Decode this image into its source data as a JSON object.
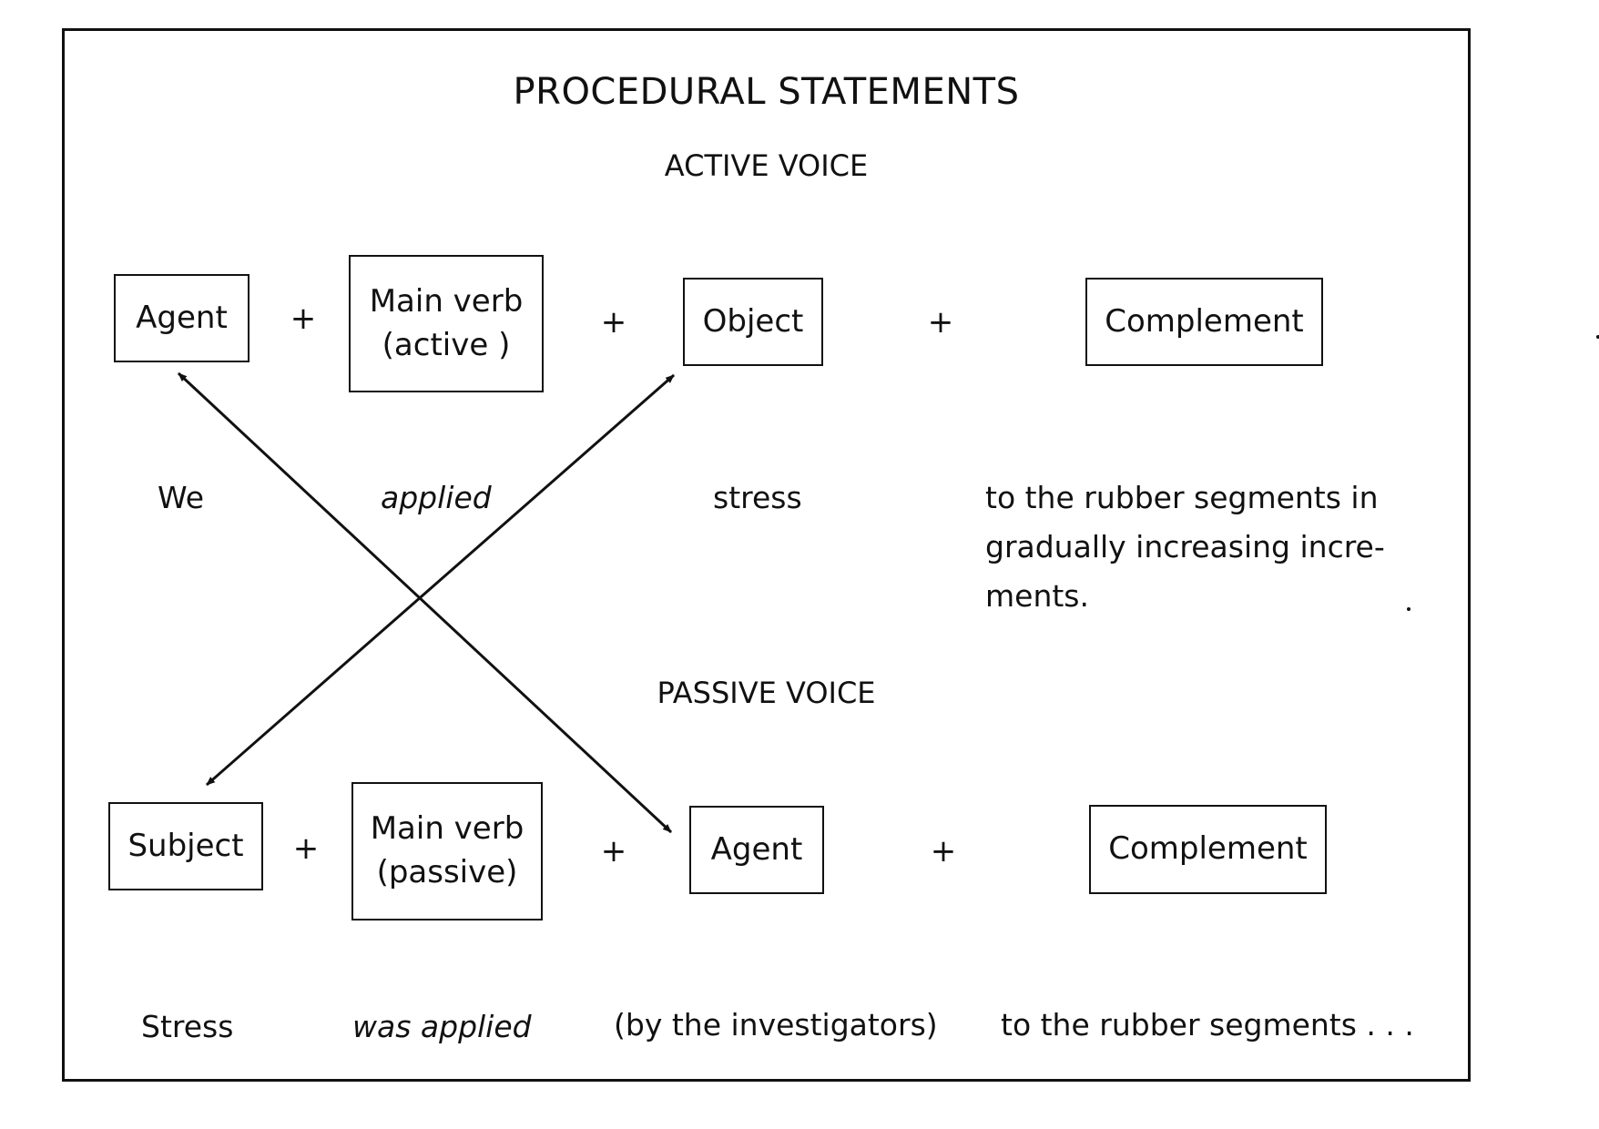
{
  "title": "PROCEDURAL STATEMENTS",
  "active": {
    "heading": "ACTIVE VOICE",
    "boxes": {
      "agent": "Agent",
      "verb_line1": "Main verb",
      "verb_line2": "(active )",
      "object": "Object",
      "complement": "Complement"
    },
    "plus": "+",
    "example": {
      "agent": "We",
      "verb": "applied",
      "object": "stress",
      "complement_lines": [
        "to the rubber segments in",
        "gradually increasing incre-",
        "ments."
      ]
    }
  },
  "passive": {
    "heading": "PASSIVE VOICE",
    "boxes": {
      "subject": "Subject",
      "verb_line1": "Main verb",
      "verb_line2": "(passive)",
      "agent": "Agent",
      "complement": "Complement"
    },
    "plus": "+",
    "example": {
      "subject": "Stress",
      "verb": "was applied",
      "agent": "(by the investigators)",
      "complement": "to the rubber segments . . ."
    }
  },
  "arrows": [
    {
      "from": "active.agent",
      "to": "passive.agent",
      "type": "bidirectional"
    },
    {
      "from": "active.object",
      "to": "passive.subject",
      "type": "bidirectional"
    }
  ]
}
